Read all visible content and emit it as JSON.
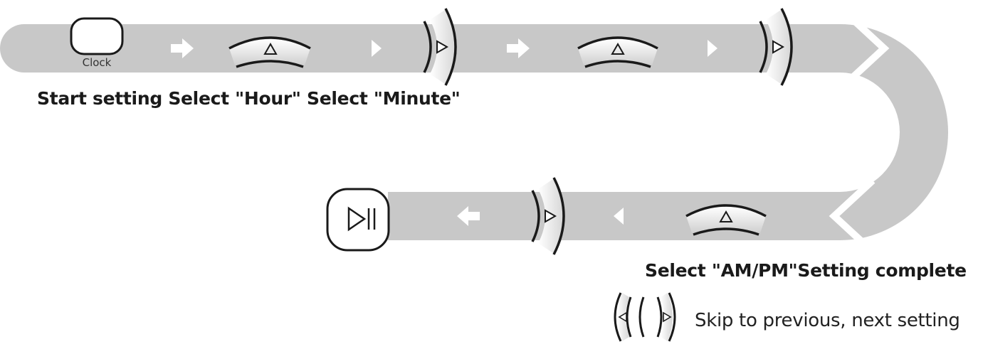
{
  "diagram": {
    "clock_button_label": "Clock",
    "caption_top": "Start setting Select \"Hour\" Select \"Minute\"",
    "caption_bottom": "Select \"AM/PM\"Setting complete",
    "legend_text": "Skip to previous, next setting",
    "icons": {
      "clock": "clock-button-icon",
      "up": "up-triangle-key-icon",
      "right": "right-skip-key-icon",
      "left": "left-skip-key-icon",
      "start_pause": "start-pause-button-icon",
      "arrow_right": "arrow-right-icon",
      "arrow_left": "arrow-left-icon"
    },
    "colors": {
      "track": "#c8c8c8",
      "ink": "#1a1a1a",
      "background": "#ffffff"
    }
  }
}
